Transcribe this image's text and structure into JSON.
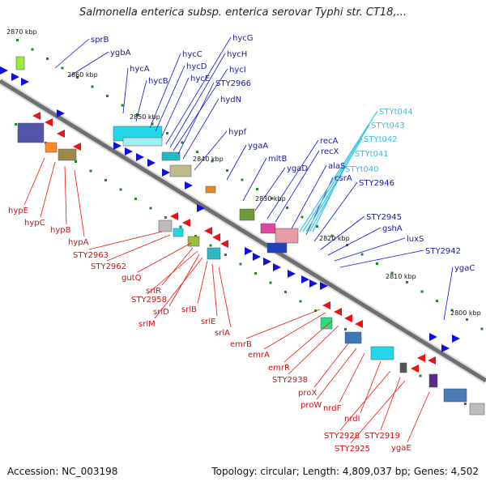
{
  "title": "Salmonella enterica subsp. enterica serovar Typhi str. CT18,...",
  "footer": {
    "accession": "Accession: NC_003198",
    "topology": "Topology: circular; Length: 4,809,037 bp; Genes: 4,502"
  },
  "ticks": [
    "2870 kbp",
    "2860 kbp",
    "2850 kbp",
    "2840 kbp",
    "2830 kbp",
    "2820 kbp",
    "2810 kbp",
    "2800 kbp"
  ],
  "labels_top": [
    "sprB",
    "ygbA",
    "hycA",
    "hycB",
    "hycC",
    "hycD",
    "hycE",
    "hycG",
    "hycH",
    "hycI",
    "STY2966",
    "hydN",
    "hypf",
    "ygaA",
    "mltB",
    "ygaD",
    "recA",
    "recX",
    "alaS",
    "csrA",
    "STY2946",
    "STY2945",
    "gshA",
    "luxS",
    "STY2942",
    "ygaC"
  ],
  "labels_trna": [
    "STYt044",
    "STYt043",
    "STYt042",
    "STYt041",
    "STYt040"
  ],
  "labels_bottom": [
    "hypE",
    "hypC",
    "hypB",
    "hypA",
    "STY2963",
    "STY2962",
    "gutQ",
    "srlR",
    "STY2958",
    "srlD",
    "srlM",
    "srlB",
    "srlE",
    "srlA",
    "emrB",
    "emrA",
    "emrR",
    "STY2938",
    "proX",
    "proW",
    "nrdF",
    "nrdI",
    "STY2928",
    "STY2919",
    "STY2925",
    "ygaE"
  ],
  "colors": {
    "forward": "#1010dd",
    "reverse": "#ee1111",
    "trna": "#33c3ea",
    "backbone": "#7d7d7d",
    "tick": "#1e8a1e"
  }
}
